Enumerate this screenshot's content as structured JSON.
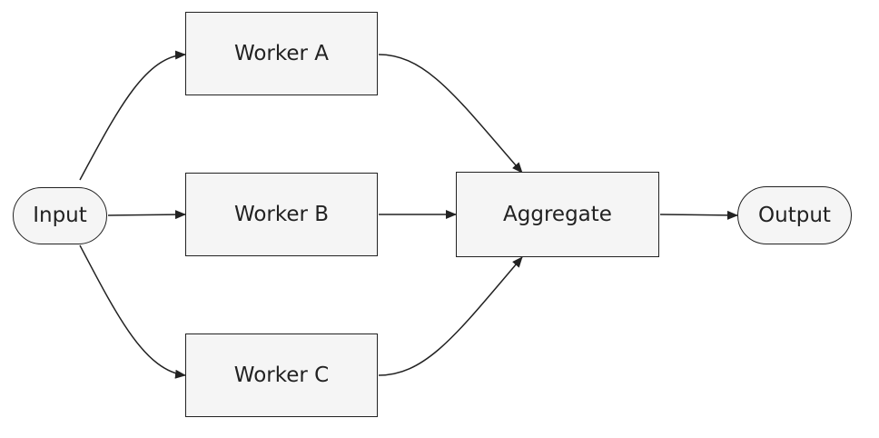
{
  "diagram": {
    "nodes": [
      {
        "id": "input",
        "label": "Input",
        "shape": "rounded"
      },
      {
        "id": "worker_a",
        "label": "Worker A",
        "shape": "rect"
      },
      {
        "id": "worker_b",
        "label": "Worker B",
        "shape": "rect"
      },
      {
        "id": "worker_c",
        "label": "Worker C",
        "shape": "rect"
      },
      {
        "id": "aggregate",
        "label": "Aggregate",
        "shape": "rect"
      },
      {
        "id": "output",
        "label": "Output",
        "shape": "rounded"
      }
    ],
    "edges": [
      {
        "from": "input",
        "to": "worker_a"
      },
      {
        "from": "input",
        "to": "worker_b"
      },
      {
        "from": "input",
        "to": "worker_c"
      },
      {
        "from": "worker_a",
        "to": "aggregate"
      },
      {
        "from": "worker_b",
        "to": "aggregate"
      },
      {
        "from": "worker_c",
        "to": "aggregate"
      },
      {
        "from": "aggregate",
        "to": "output"
      }
    ],
    "colors": {
      "node_fill": "#f5f5f5",
      "stroke": "#222222",
      "background": "#ffffff"
    }
  }
}
